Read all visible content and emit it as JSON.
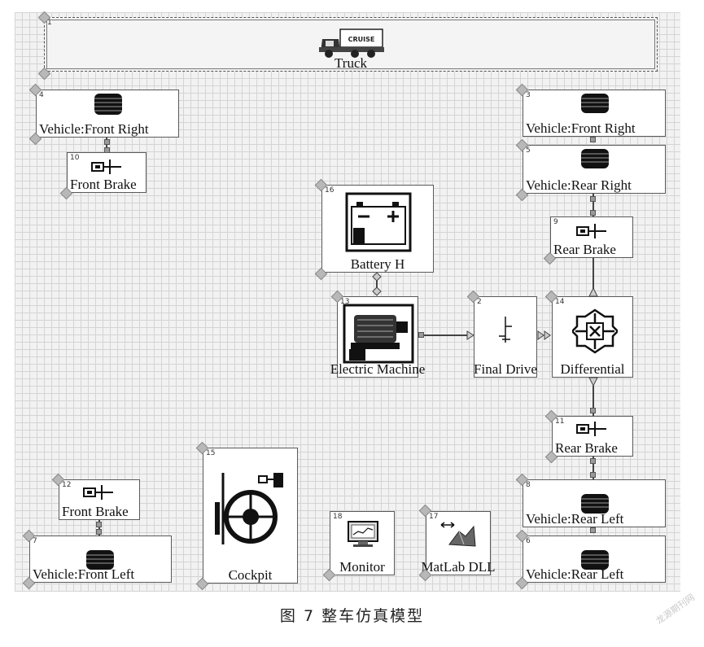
{
  "diagram": {
    "caption": "图 7   整车仿真模型",
    "watermark": "龙源期刊网",
    "nodes": {
      "truck": {
        "num": "1",
        "label": "Truck",
        "icon_text": "CRUISE"
      },
      "front_right_left_col": {
        "num": "4",
        "label": "Vehicle:Front Right"
      },
      "front_brake_top": {
        "num": "10",
        "label": "Front Brake"
      },
      "front_right_right_col": {
        "num": "3",
        "label": "Vehicle:Front Right"
      },
      "rear_right": {
        "num": "5",
        "label": "Vehicle:Rear Right"
      },
      "rear_brake_top": {
        "num": "9",
        "label": "Rear Brake"
      },
      "battery": {
        "num": "16",
        "label": "Battery H"
      },
      "electric_machine": {
        "num": "13",
        "label": "Electric Machine"
      },
      "final_drive": {
        "num": "2",
        "label": "Final Drive"
      },
      "differential": {
        "num": "14",
        "label": "Differential"
      },
      "rear_brake_bottom": {
        "num": "11",
        "label": "Rear Brake"
      },
      "rear_left_upper": {
        "num": "8",
        "label": "Vehicle:Rear Left"
      },
      "rear_left_lower": {
        "num": "6",
        "label": "Vehicle:Rear Left"
      },
      "front_brake_bottom": {
        "num": "12",
        "label": "Front Brake"
      },
      "front_left": {
        "num": "7",
        "label": "Vehicle:Front Left"
      },
      "cockpit": {
        "num": "15",
        "label": "Cockpit"
      },
      "monitor": {
        "num": "18",
        "label": "Monitor"
      },
      "matlab_dll": {
        "num": "17",
        "label": "MatLab DLL"
      }
    }
  }
}
